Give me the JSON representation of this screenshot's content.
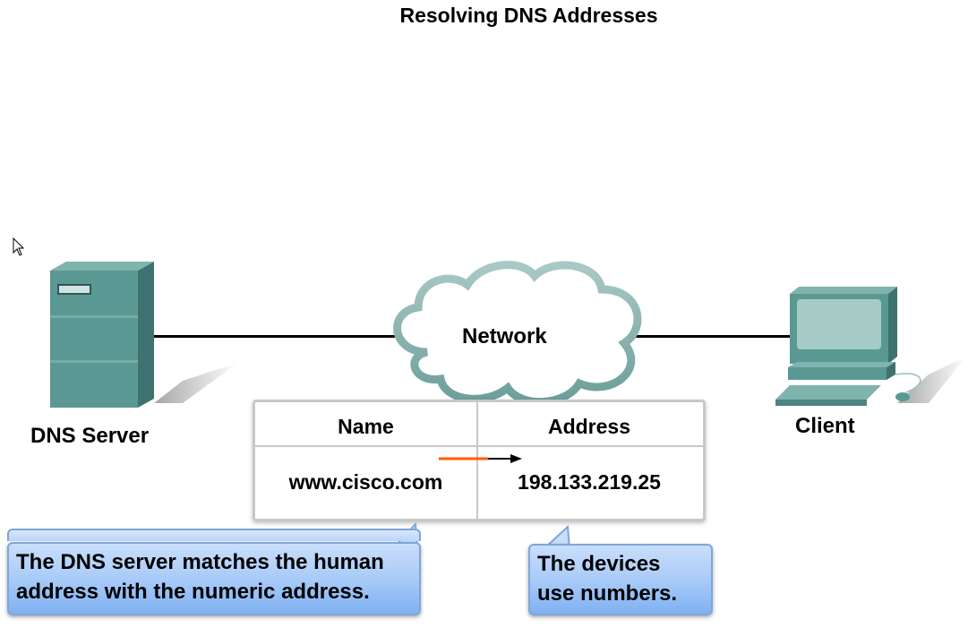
{
  "title": "Resolving DNS Addresses",
  "nodes": {
    "server_label": "DNS Server",
    "network_label": "Network",
    "client_label": "Client"
  },
  "table": {
    "headers": [
      "Name",
      "Address"
    ],
    "rows": [
      [
        "www.cisco.com",
        "198.133.219.25"
      ]
    ]
  },
  "callouts": {
    "left": [
      "The DNS server matches the human",
      "address with the numeric address."
    ],
    "right": [
      "The devices",
      "use numbers."
    ]
  },
  "colors": {
    "device": "#4f8e8a",
    "arrow": "#ff5a00",
    "callout": "#a9cbf8"
  }
}
